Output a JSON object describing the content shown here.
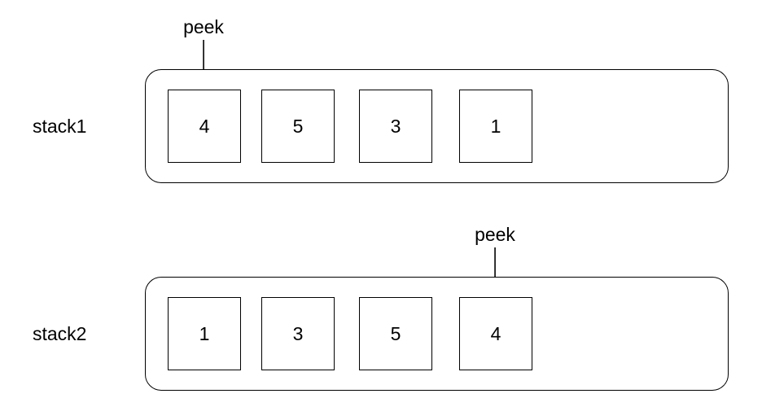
{
  "stacks": [
    {
      "label": "stack1",
      "peek_label": "peek",
      "peek_index": 0,
      "items": [
        "4",
        "5",
        "3",
        "1"
      ]
    },
    {
      "label": "stack2",
      "peek_label": "peek",
      "peek_index": 3,
      "items": [
        "1",
        "3",
        "5",
        "4"
      ]
    }
  ],
  "colors": {
    "stroke": "#000000",
    "background": "#ffffff"
  }
}
